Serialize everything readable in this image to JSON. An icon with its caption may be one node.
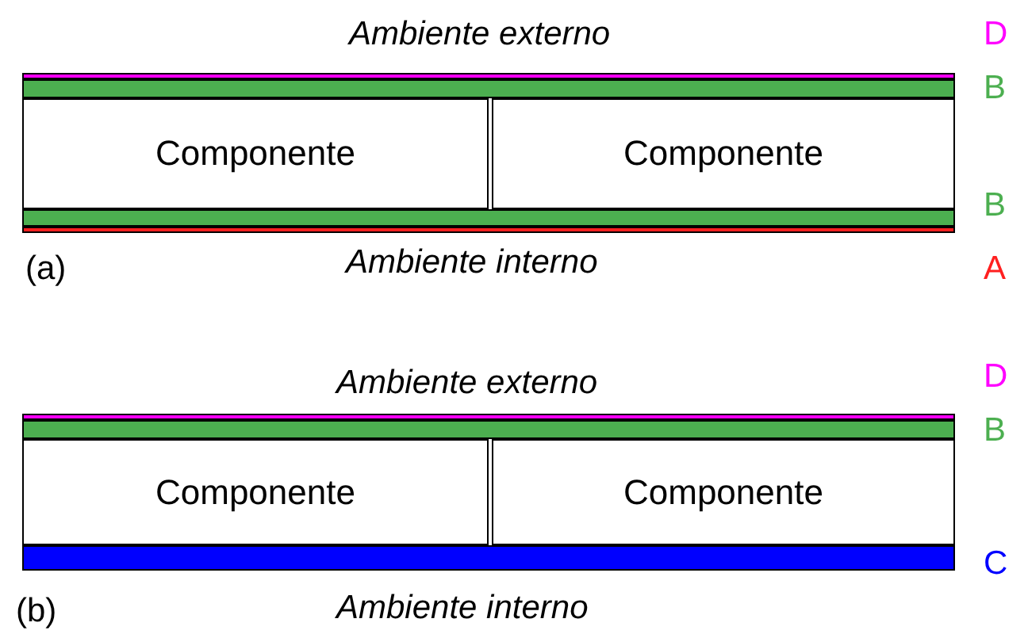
{
  "diagram": {
    "nodes": [
      {
        "text": [],
        "shape": "bar"
      },
      {
        "text": [],
        "shape": "bar"
      },
      {
        "text": [
          "Componente"
        ]
      },
      {
        "text": [
          "Componente"
        ]
      },
      {
        "text": [],
        "shape": "bar"
      },
      {
        "text": [],
        "shape": "bar"
      },
      {
        "text": [],
        "shape": "bar"
      },
      {
        "text": [],
        "shape": "bar"
      },
      {
        "text": [
          "Componente"
        ]
      },
      {
        "text": [
          "Componente"
        ]
      },
      {
        "text": [],
        "shape": "bar"
      }
    ],
    "labels": [
      "Ambiente externo",
      "D",
      "B",
      "B",
      "(a)",
      "Ambiente interno",
      "A",
      "Ambiente externo",
      "D",
      "B",
      "C",
      "(b)",
      "Ambiente interno"
    ]
  }
}
